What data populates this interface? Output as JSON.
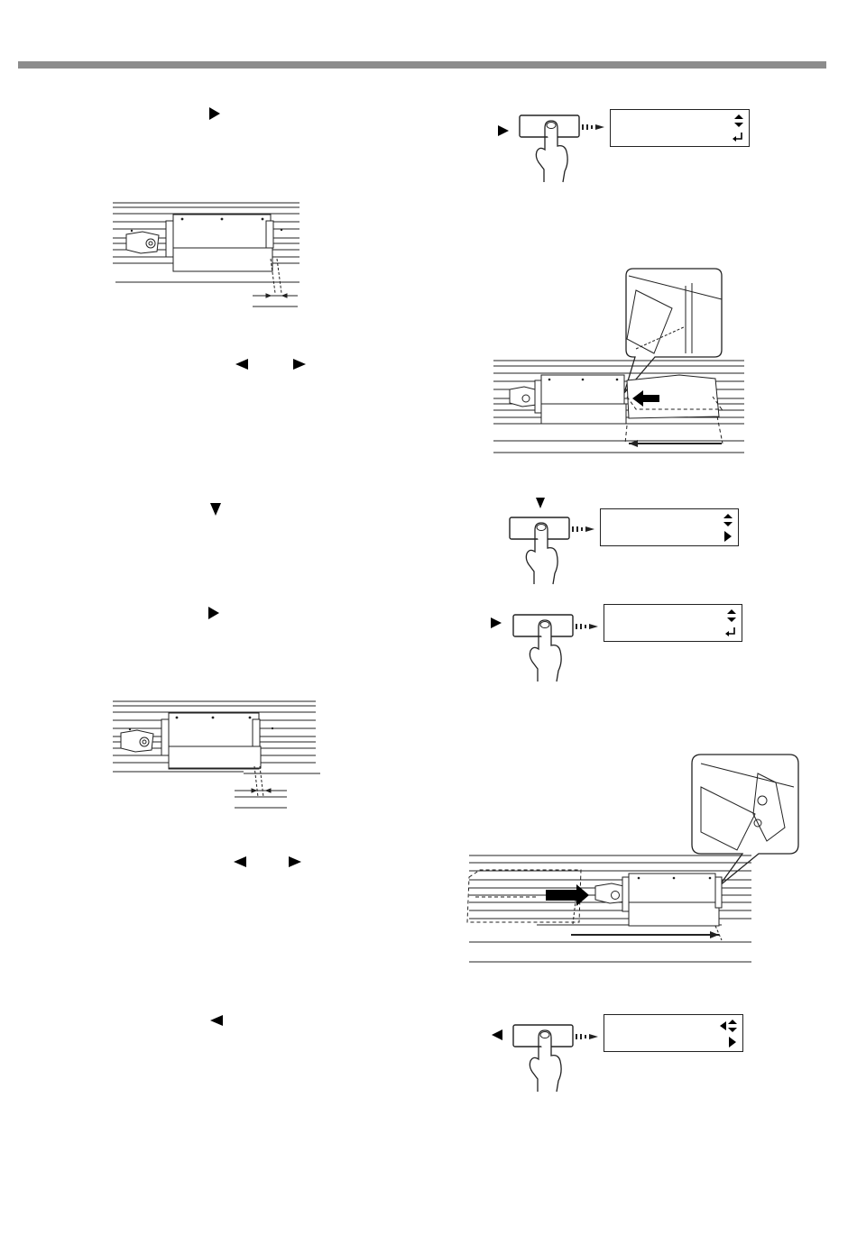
{
  "page": {
    "header_rule": "gray-bar"
  },
  "left_column": {
    "arrows": [
      "right",
      "left-right",
      "down",
      "right",
      "left-right",
      "left"
    ]
  },
  "right_column": {
    "panels": [
      {
        "key_arrow": "right",
        "display_line1": "",
        "display_line2": "",
        "display_icons": [
          "up-down-icon",
          "enter-icon"
        ]
      },
      {
        "key_arrow": "down",
        "display_line1": "",
        "display_line2": "",
        "display_icons": [
          "up-down-icon",
          "right-icon"
        ]
      },
      {
        "key_arrow": "right",
        "display_line1": "",
        "display_line2": "",
        "display_icons": [
          "up-down-icon",
          "enter-icon"
        ]
      },
      {
        "key_arrow": "left",
        "display_line1": "",
        "display_line2": "",
        "display_icons": [
          "left-up-down-icon",
          "right-icon"
        ]
      }
    ]
  },
  "colors": {
    "rule": "#8c8c8c",
    "line": "#222222"
  }
}
